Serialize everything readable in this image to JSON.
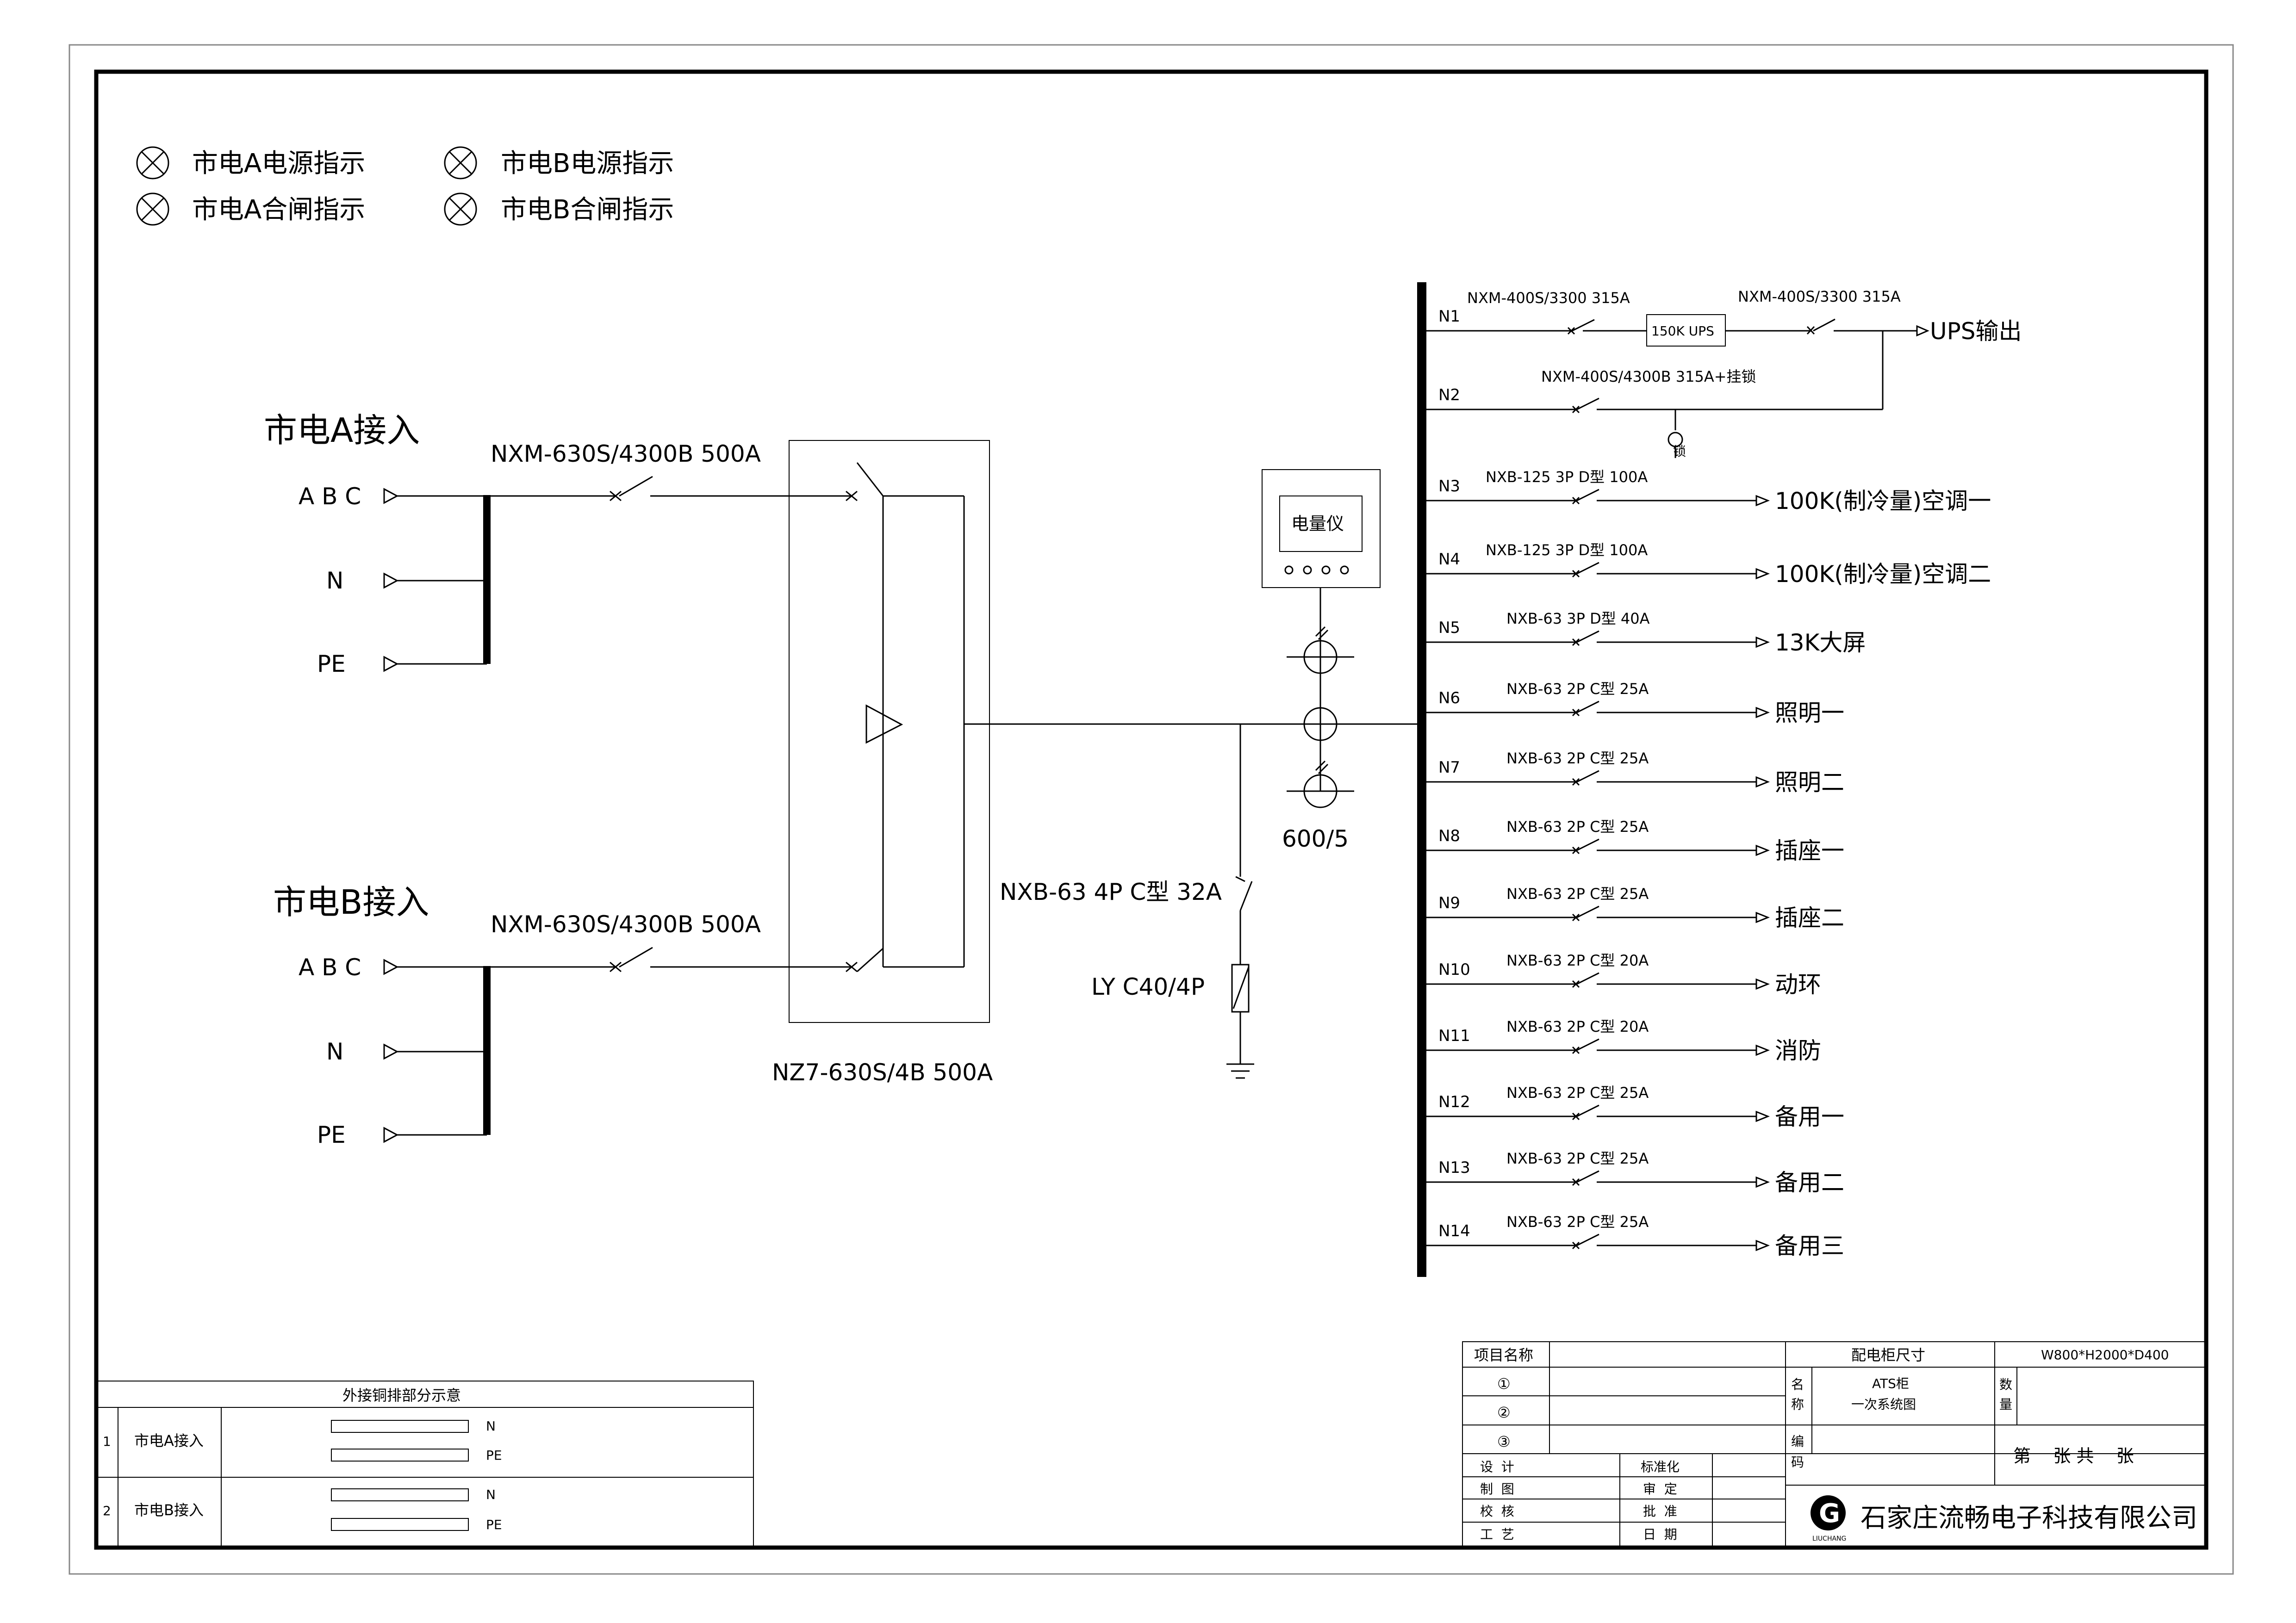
{
  "legend": {
    "lamp_a_power": "市电A电源指示",
    "lamp_b_power": "市电B电源指示",
    "lamp_a_close": "市电A合闸指示",
    "lamp_b_close": "市电B合闸指示"
  },
  "source_a": {
    "title": "市电A接入",
    "phase_label": "A B C",
    "n_label": "N",
    "pe_label": "PE",
    "breaker": "NXM-630S/4300B 500A"
  },
  "source_b": {
    "title": "市电B接入",
    "phase_label": "A B C",
    "n_label": "N",
    "pe_label": "PE",
    "breaker": "NXM-630S/4300B 500A"
  },
  "ats": {
    "label": "NZ7-630S/4B 500A"
  },
  "spd": {
    "breaker": "NXB-63 4P C型 32A",
    "arrester": "LY C40/4P"
  },
  "meter": {
    "label": "电量仪",
    "ct_ratio": "600/5"
  },
  "feeders": [
    {
      "id": "N1",
      "breaker": "NXM-400S/3300 315A",
      "load": "UPS输出"
    },
    {
      "id": "N2",
      "breaker": "NXM-400S/4300B 315A+挂锁",
      "load": ""
    },
    {
      "id": "N3",
      "breaker": "NXB-125 3P D型 100A",
      "load": "100K(制冷量)空调一"
    },
    {
      "id": "N4",
      "breaker": "NXB-125 3P D型 100A",
      "load": "100K(制冷量)空调二"
    },
    {
      "id": "N5",
      "breaker": "NXB-63 3P D型 40A",
      "load": "13K大屏"
    },
    {
      "id": "N6",
      "breaker": "NXB-63 2P C型 25A",
      "load": "照明一"
    },
    {
      "id": "N7",
      "breaker": "NXB-63 2P C型 25A",
      "load": "照明二"
    },
    {
      "id": "N8",
      "breaker": "NXB-63 2P C型 25A",
      "load": "插座一"
    },
    {
      "id": "N9",
      "breaker": "NXB-63 2P C型 25A",
      "load": "插座二"
    },
    {
      "id": "N10",
      "breaker": "NXB-63 2P C型 20A",
      "load": "动环"
    },
    {
      "id": "N11",
      "breaker": "NXB-63 2P C型 20A",
      "load": "消防"
    },
    {
      "id": "N12",
      "breaker": "NXB-63 2P C型 25A",
      "load": "备用一"
    },
    {
      "id": "N13",
      "breaker": "NXB-63 2P C型 25A",
      "load": "备用二"
    },
    {
      "id": "N14",
      "breaker": "NXB-63 2P C型 25A",
      "load": "备用三"
    }
  ],
  "ups": {
    "box_label": "150K UPS",
    "out_breaker": "NXM-400S/3300 315A",
    "lock_label": "锁"
  },
  "busbar_table": {
    "title": "外接铜排部分示意",
    "rows": [
      {
        "no": "1",
        "name": "市电A接入",
        "bar1": "N",
        "bar2": "PE"
      },
      {
        "no": "2",
        "name": "市电B接入",
        "bar1": "N",
        "bar2": "PE"
      }
    ]
  },
  "title_block": {
    "project_label": "项目名称",
    "items": [
      "①",
      "②",
      "③"
    ],
    "size_label": "配电柜尺寸",
    "size_value": "W800*H2000*D400",
    "name_label_1": "名",
    "name_label_2": "称",
    "name_value_1": "ATS柜",
    "name_value_2": "一次系统图",
    "qty_label_1": "数",
    "qty_label_2": "量",
    "code_label_1": "编",
    "code_label_2": "码",
    "sheet_text": "第    张 共    张",
    "design": "设  计",
    "draw": "制  图",
    "check": "校  核",
    "process": "工  艺",
    "standard": "标准化",
    "review": "审  定",
    "approve": "批  准",
    "date": "日  期",
    "logo_letter": "G",
    "logo_sub": "LIUCHANG",
    "company": "石家庄流畅电子科技有限公司"
  }
}
